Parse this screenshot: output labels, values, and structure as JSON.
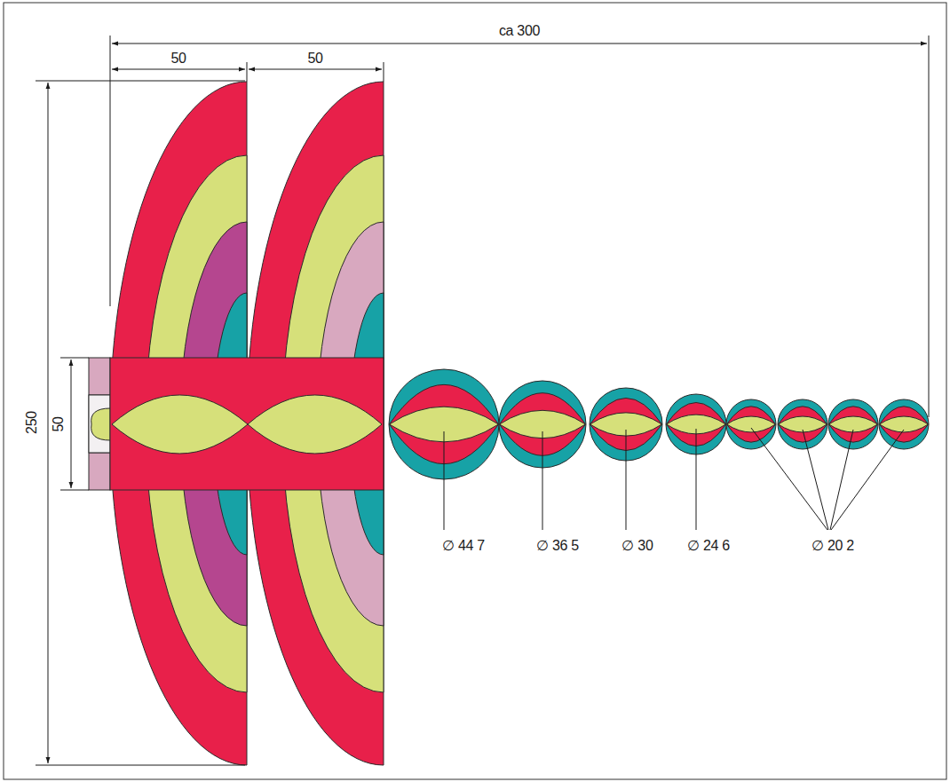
{
  "diagram": {
    "labels": [
      "ca 300",
      "50",
      "50",
      "250",
      "50",
      "∅ 44 7",
      "∅ 36 5",
      "∅ 30",
      "∅ 24 6",
      "∅ 20 2"
    ]
  }
}
